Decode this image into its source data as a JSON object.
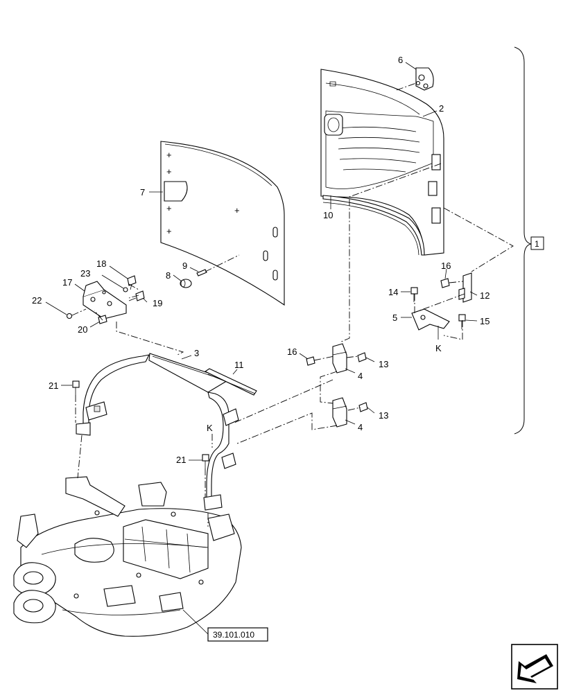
{
  "callouts": {
    "c1": "1",
    "c2": "2",
    "c3": "3",
    "c4a": "4",
    "c4b": "4",
    "c5": "5",
    "c6": "6",
    "c7": "7",
    "c8": "8",
    "c9": "9",
    "c10": "10",
    "c11": "11",
    "c12": "12",
    "c13a": "13",
    "c13b": "13",
    "c14": "14",
    "c15": "15",
    "c16a": "16",
    "c16b": "16",
    "c17": "17",
    "c18": "18",
    "c19": "19",
    "c20": "20",
    "c21a": "21",
    "c21b": "21",
    "c22": "22",
    "c23": "23"
  },
  "markers": {
    "k1": "K",
    "k2": "K"
  },
  "reference_box": "39.101.010",
  "nav": {
    "icon": "next-page-arrow-icon"
  }
}
